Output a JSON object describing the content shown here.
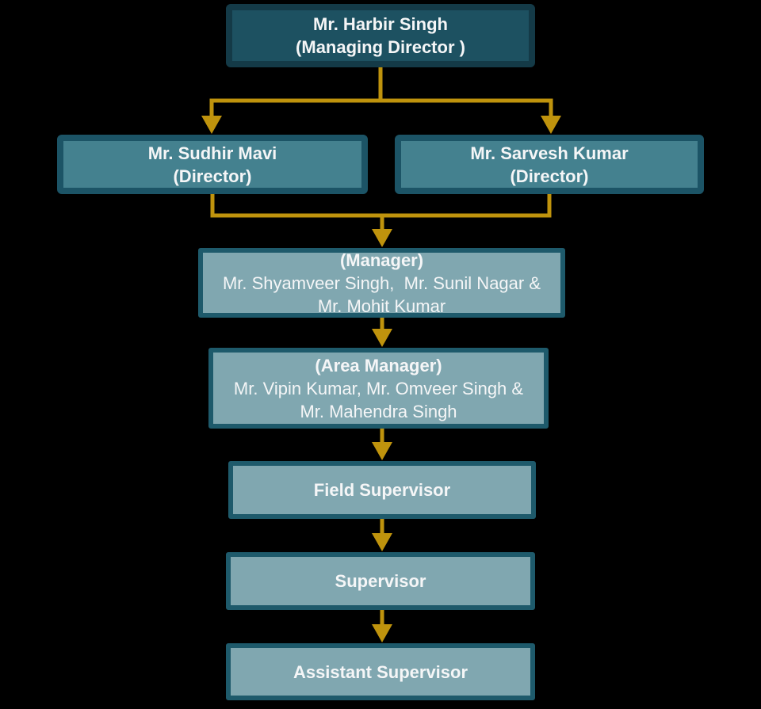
{
  "org_chart": {
    "nodes": {
      "managing_director": {
        "line1": "Mr. Harbir Singh",
        "line2": "(Managing Director )"
      },
      "director_left": {
        "line1": "Mr. Sudhir Mavi",
        "line2": "(Director)"
      },
      "director_right": {
        "line1": "Mr. Sarvesh Kumar",
        "line2": "(Director)"
      },
      "manager": {
        "title": "(Manager)",
        "names": [
          "Mr. Shyamveer Singh,  Mr. Sunil Nagar &",
          "Mr. Mohit Kumar"
        ]
      },
      "area_manager": {
        "title": "(Area Manager)",
        "names": [
          "Mr. Vipin Kumar, Mr. Omveer Singh &",
          "Mr. Mahendra Singh"
        ]
      },
      "field_supervisor": {
        "label": "Field Supervisor"
      },
      "supervisor": {
        "label": "Supervisor"
      },
      "assistant_supervisor": {
        "label": "Assistant Supervisor"
      }
    },
    "edges": [
      {
        "from": "managing_director",
        "to": "director_left"
      },
      {
        "from": "managing_director",
        "to": "director_right"
      },
      {
        "from": "director_left",
        "to": "manager"
      },
      {
        "from": "director_right",
        "to": "manager"
      },
      {
        "from": "manager",
        "to": "area_manager"
      },
      {
        "from": "area_manager",
        "to": "field_supervisor"
      },
      {
        "from": "field_supervisor",
        "to": "supervisor"
      },
      {
        "from": "supervisor",
        "to": "assistant_supervisor"
      }
    ],
    "colors": {
      "background": "#000000",
      "level1_fill": "#1D5161",
      "level1_border": "#143A47",
      "level2_fill": "#44818F",
      "level2_border": "#1C5466",
      "level3_fill": "#80A7B0",
      "level3_border": "#1E5A6B",
      "arrow": "#BF930D",
      "text": "#F5F6F7"
    }
  }
}
